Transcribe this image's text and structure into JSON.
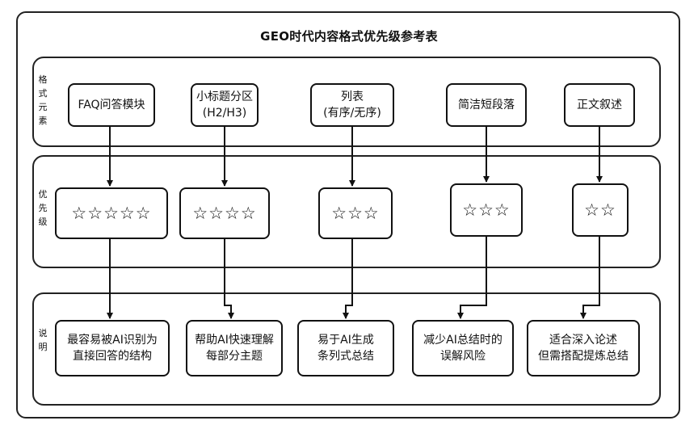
{
  "title": "GEO时代内容格式优先级参考表",
  "rows": {
    "elements_label": "格式元素",
    "priority_label": "优先级",
    "notes_label": "说明"
  },
  "elements": [
    {
      "line1": "FAQ问答模块",
      "line2": ""
    },
    {
      "line1": "小标题分区",
      "line2": "(H2/H3)"
    },
    {
      "line1": "列表",
      "line2": "(有序/无序)"
    },
    {
      "line1": "简洁短段落",
      "line2": ""
    },
    {
      "line1": "正文叙述",
      "line2": ""
    }
  ],
  "priorities": [
    {
      "stars": "☆☆☆☆☆",
      "count": 5
    },
    {
      "stars": "☆☆☆☆",
      "count": 4
    },
    {
      "stars": "☆☆☆",
      "count": 3
    },
    {
      "stars": "☆☆☆",
      "count": 3
    },
    {
      "stars": "☆☆",
      "count": 2
    }
  ],
  "notes": [
    {
      "line1": "最容易被AI识别为",
      "line2": "直接回答的结构"
    },
    {
      "line1": "帮助AI快速理解",
      "line2": "每部分主题"
    },
    {
      "line1": "易于AI生成",
      "line2": "条列式总结"
    },
    {
      "line1": "减少AI总结时的",
      "line2": "误解风险"
    },
    {
      "line1": "适合深入论述",
      "line2": "但需搭配提炼总结"
    }
  ]
}
